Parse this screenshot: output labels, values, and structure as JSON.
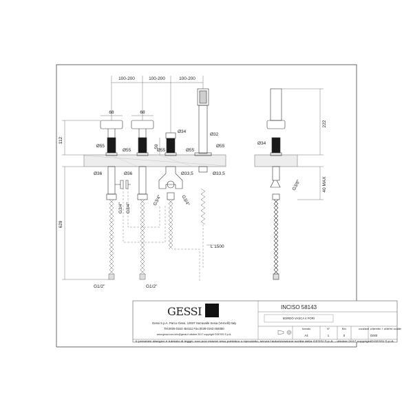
{
  "dimensions": {
    "spacing": [
      "100-200",
      "100-200",
      "100-200"
    ],
    "handle_width": [
      "68",
      "68"
    ],
    "d34_top": "Ø34",
    "d32": "Ø32",
    "d55": [
      "Ø55",
      "Ø55",
      "Ø55",
      "Ø55",
      "Ø55"
    ],
    "d36": [
      "Ø36",
      "Ø36"
    ],
    "d33_5": [
      "Ø33,5",
      "Ø33,5"
    ],
    "d34_side": "Ø34",
    "h112": "112",
    "h59": "59",
    "h222": "222",
    "h40max": "40 MAX",
    "h629": "629",
    "g34": [
      "G3/4\"",
      "G3/4\"",
      "G3/4\"",
      "G3/4\""
    ],
    "g38": "G3/8\"",
    "g12": [
      "G1/2\"",
      "G1/2\""
    ],
    "hose_length": "L 1500"
  },
  "titleblock": {
    "logo": "GESSI",
    "product": "INCISO 58143",
    "description": "BORDO VASCA 4 FORI",
    "address": "Gessi S.p.A. Parco Gessi, 13037 Serravalle Sesia (Vercelli) Italy",
    "contacts": "Tel.0039 0163 454111 Fax.0039 0163 459350",
    "web": "www.gessi.com  info@gessi.it  ottobre 2017  copyright ©GESSI S.p.A.",
    "legal": "Il presente disegno è tutelato di legge; non può essere reso pubblico o riprodotto, senza l'autorizzazione scritta della GESSI S.p.A. - ottobre 2017   copyright©GESSI S.p.A.",
    "format_label": "formato",
    "format": "A4",
    "sheet_label": "N°",
    "sheet": "1",
    "rev_label": "Rev",
    "rev": "0",
    "client_label": "codice cliente / client code",
    "client": "G000"
  }
}
